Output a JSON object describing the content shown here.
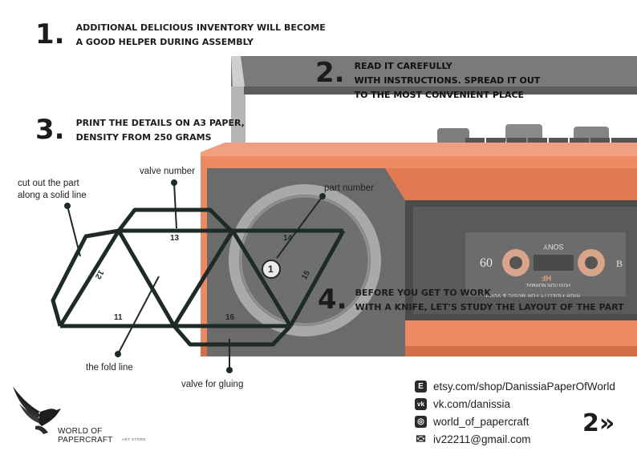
{
  "steps": [
    {
      "number": "1.",
      "lines": [
        "ADDITIONAL DELICIOUS INVENTORY WILL BECOME",
        "A GOOD HELPER DURING ASSEMBLY"
      ]
    },
    {
      "number": "2.",
      "lines": [
        "READ IT CAREFULLY",
        "WITH INSTRUCTIONS. SPREAD IT OUT",
        "TO THE MOST CONVENIENT PLACE"
      ]
    },
    {
      "number": "3.",
      "lines": [
        "PRINT THE DETAILS ON A3 PAPER,",
        "DENSITY FROM 250 GRAMS"
      ]
    },
    {
      "number": "4.",
      "lines": [
        "BEFORE YOU GET TO WORK",
        "WITH A KNIFE, LET'S STUDY THE LAYOUT OF THE PART"
      ]
    }
  ],
  "labels": {
    "cut_out": [
      "cut out the part",
      "along a solid line"
    ],
    "valve_number": "valve number",
    "part_number": "part number",
    "fold_line": "the fold line",
    "valve_gluing": "valve for gluing"
  },
  "part": {
    "part_id": "1",
    "edge_numbers": [
      "13",
      "14",
      "15",
      "16",
      "11",
      "12"
    ]
  },
  "cassette": {
    "brand": "SONY",
    "length": "60",
    "side": "B",
    "model": "HF",
    "position": "POSITION NORMAL",
    "tagline": "HIGH FIDELITY FOR MUSIC & VOICE"
  },
  "contacts": [
    {
      "icon": "etsy-icon",
      "glyph": "E",
      "text": "etsy.com/shop/DanissiaPaperOfWorld"
    },
    {
      "icon": "vk-icon",
      "glyph": "vk",
      "text": "vk.com/danissia"
    },
    {
      "icon": "instagram-icon",
      "glyph": "◎",
      "text": "world_of_papercraft"
    },
    {
      "icon": "email-icon",
      "glyph": "✉",
      "text": "iv22211@gmail.com"
    }
  ],
  "logo": {
    "name": "WORLD OF PAPERCRAFT",
    "sub": "ART STORE"
  },
  "page_indicator": "2»",
  "colors": {
    "radio_orange": "#ec8a63",
    "panel_gray": "#6b6b6b",
    "outline": "#1e2a26"
  }
}
